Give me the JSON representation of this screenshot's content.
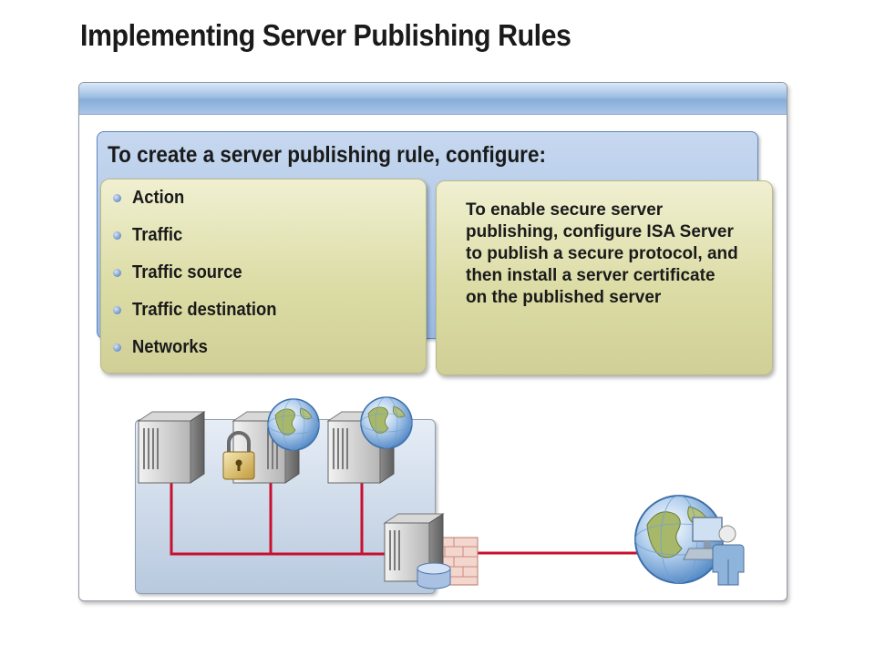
{
  "slide": {
    "title": "Implementing Server Publishing Rules"
  },
  "config": {
    "heading": "To create a server publishing rule, configure:",
    "items": [
      {
        "label": "Action"
      },
      {
        "label": "Traffic"
      },
      {
        "label": "Traffic source"
      },
      {
        "label": "Traffic destination"
      },
      {
        "label": "Networks"
      }
    ],
    "note": "To enable secure server publishing, configure ISA Server to publish a secure protocol, and then install a server certificate on the published server"
  },
  "diagram": {
    "icons": [
      "server-icon",
      "server-icon",
      "server-icon",
      "padlock-icon",
      "globe-icon",
      "globe-icon",
      "isa-server-icon",
      "firewall-icon",
      "globe-icon",
      "user-workstation-icon"
    ],
    "colors": {
      "link_line": "#c8102e",
      "network_zone": "#c3d2e6",
      "card": "#e3e3b3",
      "config_box": "#a9c4e8",
      "panel_header": "#9fbfe3"
    }
  }
}
